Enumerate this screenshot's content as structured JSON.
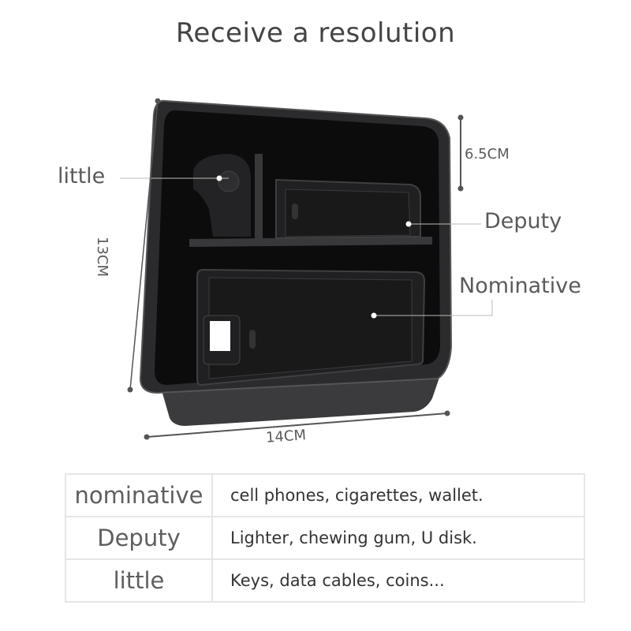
{
  "title": "Receive a resolution",
  "callouts": {
    "little": "little",
    "deputy": "Deputy",
    "nominative": "Nominative"
  },
  "dimensions": {
    "depth": "6.5CM",
    "length": "13CM",
    "width": "14CM"
  },
  "table": {
    "rows": [
      {
        "compartment": "nominative",
        "contents": "cell phones, cigarettes, wallet."
      },
      {
        "compartment": "Deputy",
        "contents": "Lighter, chewing gum, U disk."
      },
      {
        "compartment": "little",
        "contents": "Keys, data cables, coins..."
      }
    ]
  }
}
